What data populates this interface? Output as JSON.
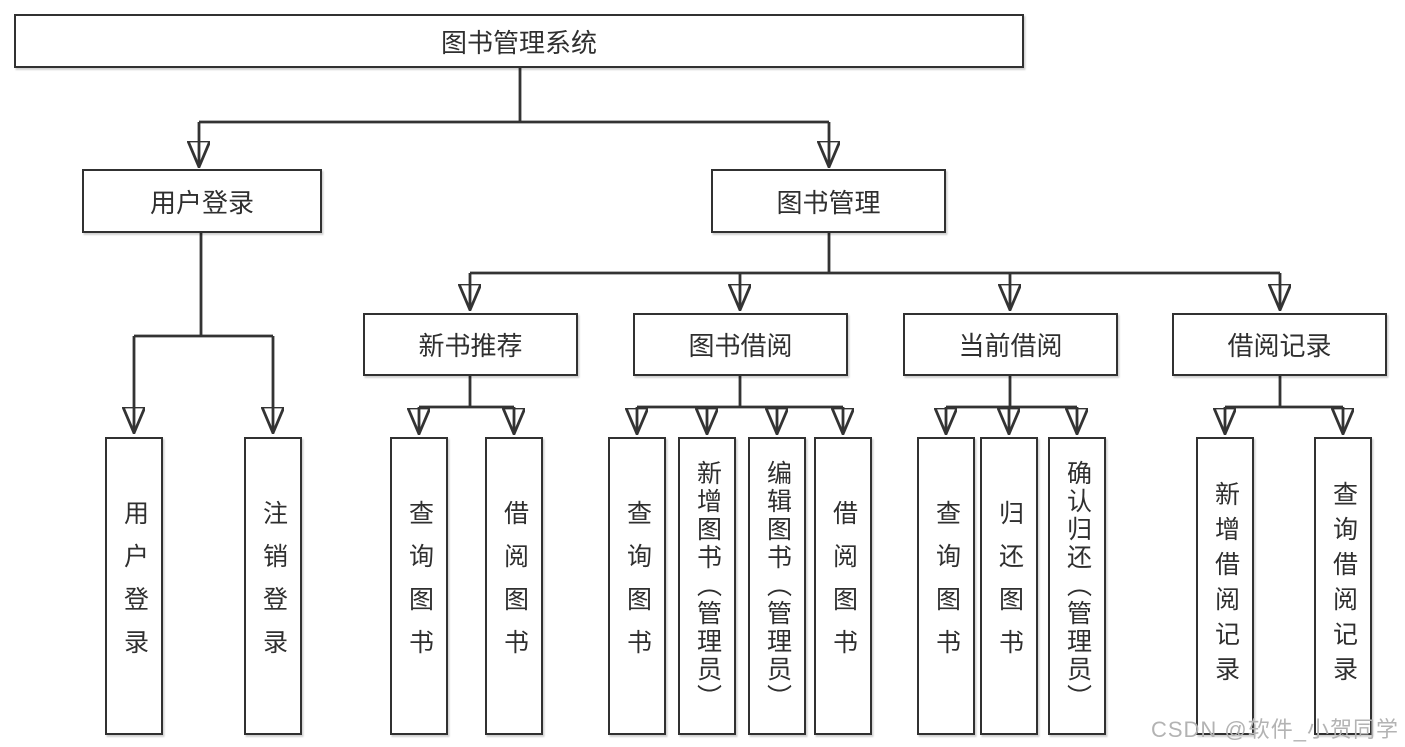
{
  "tree": {
    "label": "图书管理系统",
    "children": [
      {
        "label": "用户登录",
        "children": [
          {
            "label": "用户登录"
          },
          {
            "label": "注销登录"
          }
        ]
      },
      {
        "label": "图书管理",
        "children": [
          {
            "label": "新书推荐",
            "children": [
              {
                "label": "查询图书"
              },
              {
                "label": "借阅图书"
              }
            ]
          },
          {
            "label": "图书借阅",
            "children": [
              {
                "label": "查询图书"
              },
              {
                "label": "新增图书（管理员）"
              },
              {
                "label": "编辑图书（管理员）"
              },
              {
                "label": "借阅图书"
              }
            ]
          },
          {
            "label": "当前借阅",
            "children": [
              {
                "label": "查询图书"
              },
              {
                "label": "归还图书"
              },
              {
                "label": "确认归还（管理员）"
              }
            ]
          },
          {
            "label": "借阅记录",
            "children": [
              {
                "label": "新增借阅记录"
              },
              {
                "label": "查询借阅记录"
              }
            ]
          }
        ]
      }
    ]
  },
  "watermark": "CSDN @软件_小贺同学",
  "colors": {
    "line": "#333333",
    "box_border": "#313131",
    "text": "#2f2f2f",
    "background": "#ffffff",
    "watermark": "#b3b3b3"
  }
}
